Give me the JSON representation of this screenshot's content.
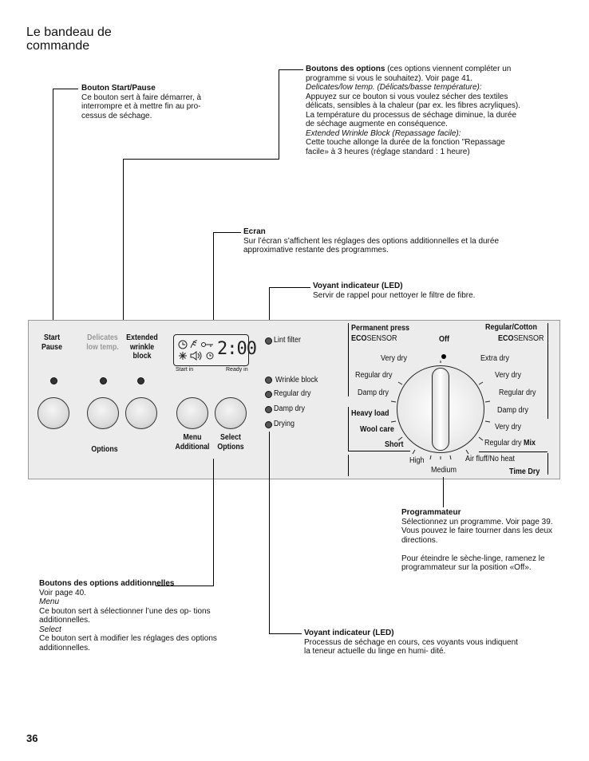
{
  "heading": {
    "line1": "Le bandeau de",
    "line2": "commande"
  },
  "callouts": {
    "start_pause": {
      "title": "Bouton Start/Pause",
      "body": "Ce bouton sert à faire démarrer, à interrompre et à mettre fin au pro- cessus de séchage."
    },
    "options": {
      "title": "Boutons des options",
      "intro": "(ces options viennent compléter un programme si vous le souhaitez). Voir page 41.",
      "delicates_heading": "Delicates/low temp. (Délicats/basse température):",
      "delicates_body": "Appuyez sur ce bouton si vous voulez sécher des textiles délicats, sensibles à la chaleur (par ex. les fibres acryliques). La température du processus de séchage diminue, la durée de séchage augmente en conséquence.",
      "wrinkle_heading": "Extended Wrinkle Block (Repassage facile):",
      "wrinkle_body": "Cette touche allonge la durée de la fonction \"Repassage facile» à 3 heures (réglage standard : 1 heure)"
    },
    "ecran": {
      "title": "Ecran",
      "body": "Sur l’écran s’affichent les réglages des options additionnelles et la durée approximative restante des programmes."
    },
    "led_top": {
      "title": "Voyant indicateur (LED)",
      "body": "Servir de rappel pour nettoyer le filtre de fibre."
    },
    "programmateur": {
      "title": "Programmateur",
      "body1": "Sélectionnez un programme. Voir page 39. Vous pouvez le faire tourner dans les deux directions.",
      "body2": "Pour éteindre le sèche-linge, ramenez le programmateur sur la position «Off»."
    },
    "additional": {
      "title": "Boutons des options additionnelles",
      "page": "Voir page 40.",
      "menu_heading": "Menu",
      "menu_body": "Ce bouton sert à sélectionner l’une des op- tions additionnelles.",
      "select_heading": "Select",
      "select_body": "Ce bouton sert à modifier les réglages des options additionnelles."
    },
    "led_bottom": {
      "title": "Voyant indicateur (LED)",
      "body": "Processus de séchage en cours, ces voyants vous indiquent la teneur actuelle du linge en humi- dité."
    }
  },
  "panel": {
    "start": "Start",
    "pause": "Pause",
    "delicates": "Delicates",
    "low_temp": "low temp.",
    "extended": "Extended",
    "wrinkle": "wrinkle",
    "block": "block",
    "options": "Options",
    "menu": "Menu",
    "additional": "Additional",
    "select": "Select",
    "select_options": "Options",
    "lcd_time": "2:00",
    "start_in": "Start in",
    "ready_in": "Ready in",
    "lint_filter": "Lint filter",
    "wrinkle_block": "Wrinkle block",
    "regular_dry": "Regular dry",
    "damp_dry": "Damp dry",
    "drying": "Drying"
  },
  "dial": {
    "permanent_press": "Permanent press",
    "eco": "ECO",
    "sensor": "SENSOR",
    "regular_cotton": "Regular/Cotton",
    "off": "Off",
    "left": [
      "Very dry",
      "Regular dry",
      "Damp dry"
    ],
    "right": [
      "Extra dry",
      "Very dry",
      "Regular dry",
      "Damp dry",
      "Very dry"
    ],
    "heavy_load": "Heavy load",
    "wool_care": "Wool care",
    "short": "Short",
    "regular_dry_mix_a": "Regular dry",
    "mix": "Mix",
    "high": "High",
    "medium": "Medium",
    "air_fluff": "Air fluff/No heat",
    "time_dry": "Time Dry"
  },
  "page_number": "36"
}
